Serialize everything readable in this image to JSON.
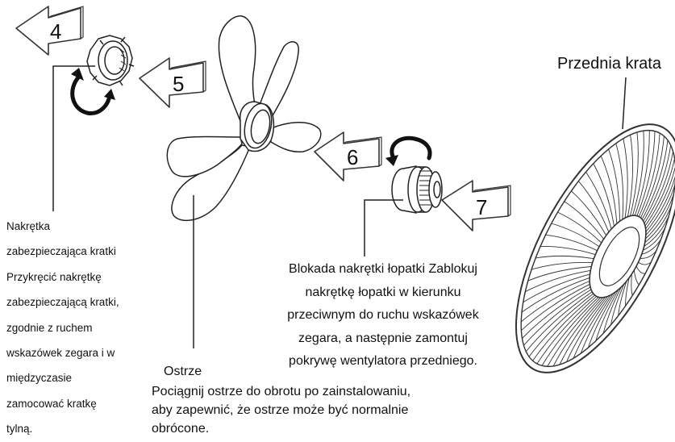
{
  "steps": [
    {
      "number": "4"
    },
    {
      "number": "5"
    },
    {
      "number": "6"
    },
    {
      "number": "7"
    }
  ],
  "labels": {
    "front_grille": "Przednia krata",
    "grille_nut": {
      "title": "Nakrętka",
      "lines": [
        "zabezpieczająca kratki",
        "Przykręcić nakrętkę",
        "zabezpieczającą kratki,",
        "zgodnie z ruchem",
        "wskazówek zegara i w",
        "międzyczasie",
        "zamocować kratkę",
        "tylną."
      ]
    },
    "blade": {
      "title": "Ostrze",
      "lines": [
        "Pociągnij ostrze do obrotu po zainstalowaniu,",
        "aby zapewnić, że ostrze może być normalnie",
        "obrócone."
      ]
    },
    "blade_nut": {
      "lines": [
        "Blokada nakrętki łopatki Zablokuj",
        "nakrętkę łopatki w kierunku",
        "przeciwnym do ruchu wskazówek",
        "zegara, a następnie zamontuj",
        "pokrywę wentylatora przedniego."
      ]
    }
  },
  "colors": {
    "line": "#222222",
    "background": "#ffffff"
  }
}
